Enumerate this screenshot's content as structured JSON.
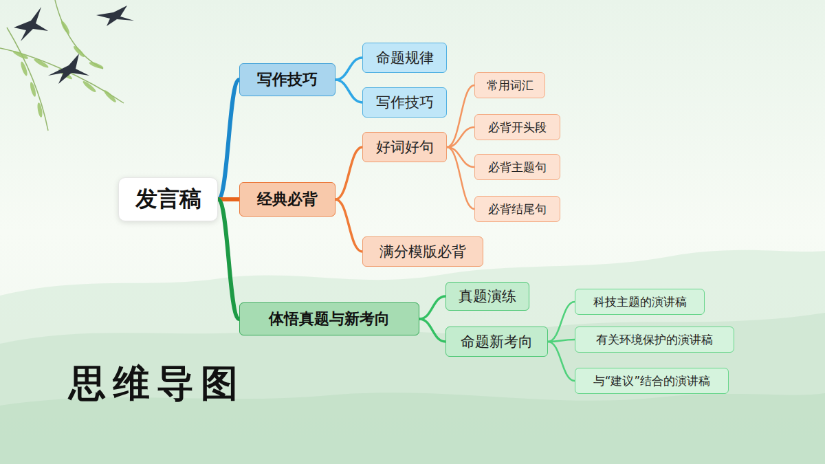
{
  "diagram": {
    "nodes": [
      {
        "text": [
          "发言稿"
        ]
      },
      {
        "text": [
          "写作技巧"
        ]
      },
      {
        "text": [
          "命题规律"
        ]
      },
      {
        "text": [
          "写作技巧"
        ]
      },
      {
        "text": [
          "经典必背"
        ]
      },
      {
        "text": [
          "好词好句"
        ]
      },
      {
        "text": [
          "常用词汇"
        ]
      },
      {
        "text": [
          "必背开头段"
        ]
      },
      {
        "text": [
          "必背主题句"
        ]
      },
      {
        "text": [
          "必背结尾句"
        ]
      },
      {
        "text": [
          "满分模版必背"
        ]
      },
      {
        "text": [
          "体悟真题与新考向"
        ]
      },
      {
        "text": [
          "真题演练"
        ]
      },
      {
        "text": [
          "命题新考向"
        ]
      },
      {
        "text": [
          "科技主题的演讲稿"
        ]
      },
      {
        "text": [
          "有关环境保护的演讲稿"
        ]
      },
      {
        "text": [
          "与“建议”结合的演讲稿"
        ]
      }
    ],
    "edges": [
      {
        "from": 0,
        "to": 1,
        "arrow": "none"
      },
      {
        "from": 1,
        "to": 2,
        "arrow": "none"
      },
      {
        "from": 1,
        "to": 3,
        "arrow": "none"
      },
      {
        "from": 0,
        "to": 4,
        "arrow": "none"
      },
      {
        "from": 4,
        "to": 5,
        "arrow": "none"
      },
      {
        "from": 5,
        "to": 6,
        "arrow": "none"
      },
      {
        "from": 5,
        "to": 7,
        "arrow": "none"
      },
      {
        "from": 5,
        "to": 8,
        "arrow": "none"
      },
      {
        "from": 5,
        "to": 9,
        "arrow": "none"
      },
      {
        "from": 4,
        "to": 10,
        "arrow": "none"
      },
      {
        "from": 0,
        "to": 11,
        "arrow": "none"
      },
      {
        "from": 11,
        "to": 12,
        "arrow": "none"
      },
      {
        "from": 11,
        "to": 13,
        "arrow": "none"
      },
      {
        "from": 13,
        "to": 14,
        "arrow": "none"
      },
      {
        "from": 13,
        "to": 15,
        "arrow": "none"
      },
      {
        "from": 13,
        "to": 16,
        "arrow": "none"
      }
    ],
    "labels": [
      "思维导图"
    ]
  }
}
